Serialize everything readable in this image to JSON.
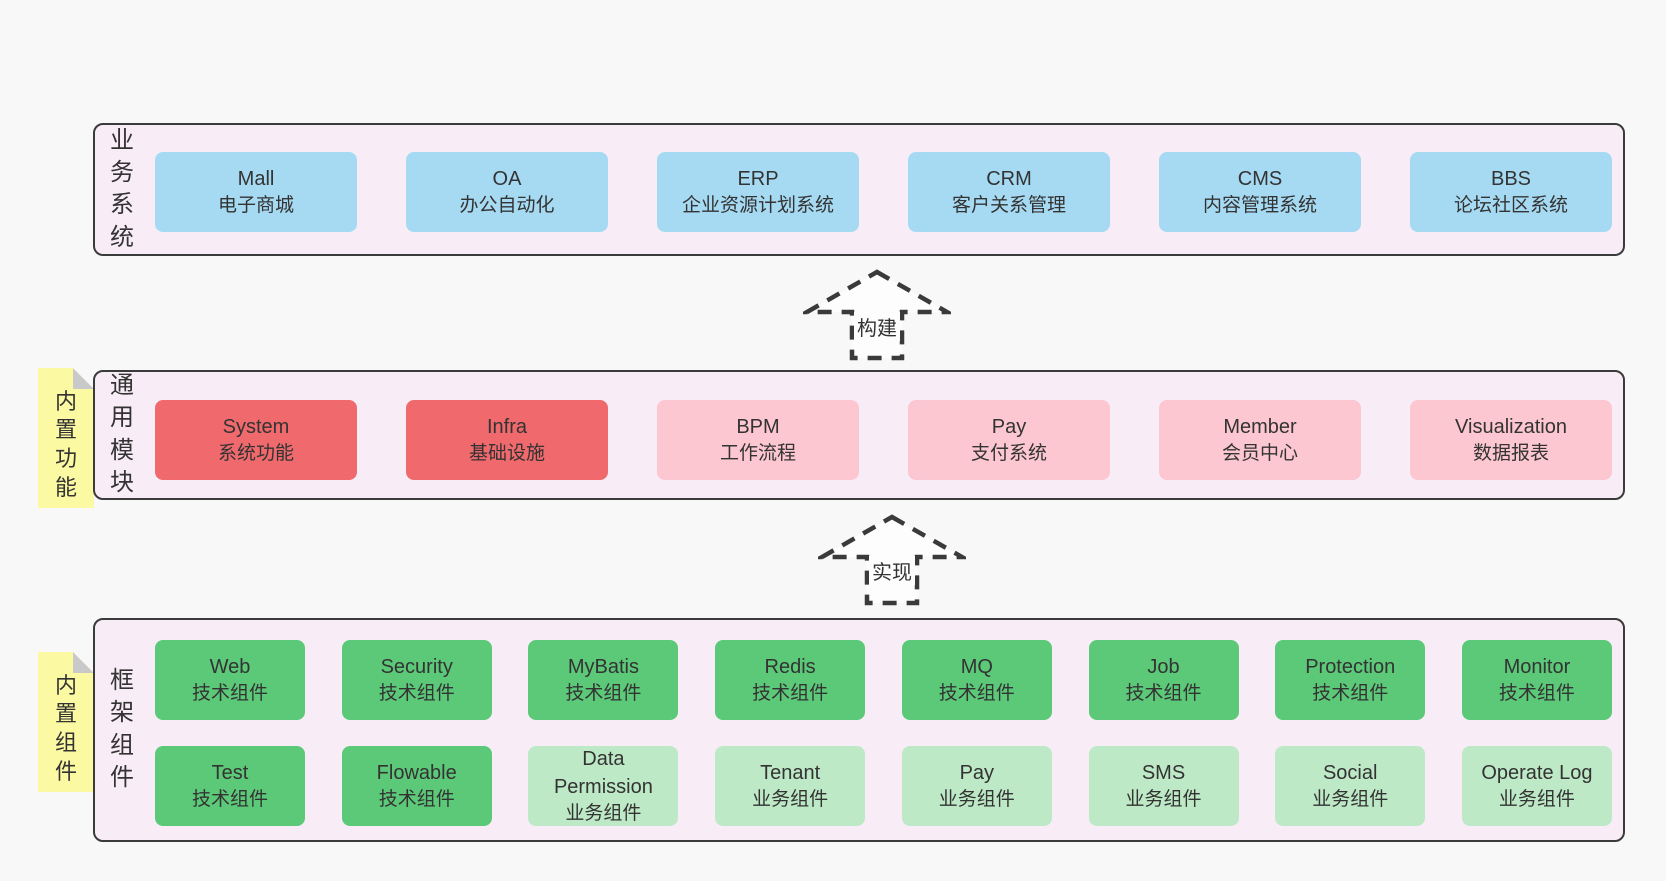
{
  "colors": {
    "page_bg": "#f8f8f8",
    "band_bg": "#f8edf7",
    "band_border": "#3b3b3b",
    "blue": "#a6daf3",
    "red": "#f0696c",
    "pink": "#fdc7d1",
    "green_dark": "#5cc979",
    "green_light": "#bee9c6",
    "note_yellow": "#fbf9a2",
    "note_fold": "#c9c9c9",
    "text": "#333333"
  },
  "bands": [
    {
      "name": "business-systems",
      "label": "业务系统",
      "note": null,
      "rows": [
        [
          {
            "title": "Mall",
            "subtitle": "电子商城",
            "type": "blue"
          },
          {
            "title": "OA",
            "subtitle": "办公自动化",
            "type": "blue"
          },
          {
            "title": "ERP",
            "subtitle": "企业资源计划系统",
            "type": "blue"
          },
          {
            "title": "CRM",
            "subtitle": "客户关系管理",
            "type": "blue"
          },
          {
            "title": "CMS",
            "subtitle": "内容管理系统",
            "type": "blue"
          },
          {
            "title": "BBS",
            "subtitle": "论坛社区系统",
            "type": "blue"
          }
        ]
      ]
    },
    {
      "name": "common-modules",
      "label": "通用模块",
      "note": "内置功能",
      "rows": [
        [
          {
            "title": "System",
            "subtitle": "系统功能",
            "type": "red"
          },
          {
            "title": "Infra",
            "subtitle": "基础设施",
            "type": "red"
          },
          {
            "title": "BPM",
            "subtitle": "工作流程",
            "type": "pink"
          },
          {
            "title": "Pay",
            "subtitle": "支付系统",
            "type": "pink"
          },
          {
            "title": "Member",
            "subtitle": "会员中心",
            "type": "pink"
          },
          {
            "title": "Visualization",
            "subtitle": "数据报表",
            "type": "pink"
          }
        ]
      ]
    },
    {
      "name": "framework-components",
      "label": "框架组件",
      "note": "内置组件",
      "rows": [
        [
          {
            "title": "Web",
            "subtitle": "技术组件",
            "type": "green_dark"
          },
          {
            "title": "Security",
            "subtitle": "技术组件",
            "type": "green_dark"
          },
          {
            "title": "MyBatis",
            "subtitle": "技术组件",
            "type": "green_dark"
          },
          {
            "title": "Redis",
            "subtitle": "技术组件",
            "type": "green_dark"
          },
          {
            "title": "MQ",
            "subtitle": "技术组件",
            "type": "green_dark"
          },
          {
            "title": "Job",
            "subtitle": "技术组件",
            "type": "green_dark"
          },
          {
            "title": "Protection",
            "subtitle": "技术组件",
            "type": "green_dark"
          },
          {
            "title": "Monitor",
            "subtitle": "技术组件",
            "type": "green_dark"
          }
        ],
        [
          {
            "title": "Test",
            "subtitle": "技术组件",
            "type": "green_dark"
          },
          {
            "title": "Flowable",
            "subtitle": "技术组件",
            "type": "green_dark"
          },
          {
            "title": "Data Permission",
            "subtitle": "业务组件",
            "type": "green_light"
          },
          {
            "title": "Tenant",
            "subtitle": "业务组件",
            "type": "green_light"
          },
          {
            "title": "Pay",
            "subtitle": "业务组件",
            "type": "green_light"
          },
          {
            "title": "SMS",
            "subtitle": "业务组件",
            "type": "green_light"
          },
          {
            "title": "Social",
            "subtitle": "业务组件",
            "type": "green_light"
          },
          {
            "title": "Operate Log",
            "subtitle": "业务组件",
            "type": "green_light"
          }
        ]
      ]
    }
  ],
  "arrows": [
    {
      "name": "build",
      "label": "构建"
    },
    {
      "name": "implement",
      "label": "实现"
    }
  ]
}
